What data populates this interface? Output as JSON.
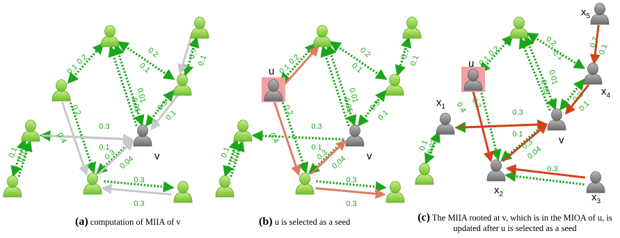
{
  "colors": {
    "green": "#1aa61a",
    "gray": "#c8c8c8",
    "salmon": "#e07a5f",
    "red": "#d4401a",
    "user_green": "#8fd14f",
    "user_gray": "#8c8c8c",
    "seed_bg": "#f2a0a0"
  },
  "panels": [
    {
      "id": "a",
      "caption_letter": "(a)",
      "caption_text": " computation of MIIA  of v",
      "nodes": [
        {
          "id": "top",
          "type": "user-green"
        },
        {
          "id": "tr",
          "type": "user-green"
        },
        {
          "id": "r",
          "type": "user-green"
        },
        {
          "id": "u",
          "type": "user-green"
        },
        {
          "id": "l",
          "type": "user-green"
        },
        {
          "id": "v",
          "type": "user-gray",
          "label": "v"
        },
        {
          "id": "bl",
          "type": "user-green"
        },
        {
          "id": "b",
          "type": "user-green"
        },
        {
          "id": "br",
          "type": "user-green"
        }
      ],
      "edges": [
        {
          "from": "u",
          "to": "top",
          "style": "green-bi",
          "label": "0.2"
        },
        {
          "from": "top",
          "to": "u",
          "style": "green-bi",
          "label": "0.1"
        },
        {
          "from": "top",
          "to": "r",
          "style": "green-bi",
          "label": "0.2"
        },
        {
          "from": "r",
          "to": "top",
          "style": "green-bi",
          "label": "0.1"
        },
        {
          "from": "tr",
          "to": "r",
          "style": "green-bi",
          "label": "0.7"
        },
        {
          "from": "r",
          "to": "tr",
          "style": "green-bi",
          "label": "0.1"
        },
        {
          "from": "top",
          "to": "v",
          "style": "green-bi",
          "label": "0.01"
        },
        {
          "from": "v",
          "to": "top",
          "style": "green-bi",
          "label": "0.05"
        },
        {
          "from": "r",
          "to": "v",
          "style": "green-bi",
          "label": "0.3"
        },
        {
          "from": "v",
          "to": "r",
          "style": "green-bi",
          "label": "0.1"
        },
        {
          "from": "u",
          "to": "b",
          "style": "green-bi",
          "label": "0.2"
        },
        {
          "from": "l",
          "to": "v",
          "style": "gray",
          "label": "0.3"
        },
        {
          "from": "v",
          "to": "l",
          "style": "green",
          "label": "0.1"
        },
        {
          "from": "u",
          "to": "b",
          "style": "gray",
          "label": "0.4"
        },
        {
          "from": "b",
          "to": "v",
          "style": "gray",
          "label": "0.3"
        },
        {
          "from": "v",
          "to": "b",
          "style": "green",
          "label": "0.04"
        },
        {
          "from": "l",
          "to": "bl",
          "style": "green-bi",
          "label": "0.1"
        },
        {
          "from": "bl",
          "to": "l",
          "style": "green-bi",
          "label": "0.02"
        },
        {
          "from": "b",
          "to": "br",
          "style": "green",
          "label": "0.3"
        },
        {
          "from": "br",
          "to": "b",
          "style": "gray",
          "label": "0.3"
        }
      ]
    },
    {
      "id": "b",
      "caption_letter": "(b)",
      "caption_text": " u is selected as a seed",
      "nodes": [
        {
          "id": "u",
          "type": "user-gray-seed",
          "label": "u"
        }
      ]
    },
    {
      "id": "c",
      "caption_letter": "(c)",
      "caption_line1": " The MIIA rooted at v, which is in the MIOA of u, is",
      "caption_line2": "updated after u is selected as a seed",
      "node_labels": {
        "u": "u",
        "v": "v",
        "x1": "x",
        "x1_sub": "1",
        "x2": "x",
        "x2_sub": "2",
        "x3": "x",
        "x3_sub": "3",
        "x4": "x",
        "x4_sub": "4",
        "x5": "x",
        "x5_sub": "5"
      }
    }
  ],
  "edge_labels": {
    "a": [
      "0.2",
      "0.1",
      "0.2",
      "0.1",
      "0.7",
      "0.1",
      "0.01",
      "0.05",
      "0.3",
      "0.1",
      "0.2",
      "0.3",
      "0.1",
      "0.4",
      "0.3",
      "0.04",
      "0.1",
      "0.02",
      "0.3",
      "0.3"
    ],
    "b": [
      "0.2",
      "0.1",
      "0.2",
      "0.1",
      "0.7",
      "0.1",
      "0.01",
      "0.05",
      "0.3",
      "0.1",
      "0.2",
      "0.3",
      "0.1",
      "0.4",
      "0.3",
      "0.04",
      "0.1",
      "0.02",
      "0.3",
      "0.3"
    ],
    "c": [
      "0.2",
      "0.1",
      "0.2",
      "0.1",
      "0.7",
      "0.1",
      "0.01",
      "0.05",
      "0.3",
      "0.1",
      "0.2",
      "0.3",
      "0.1",
      "0.4",
      "0.3",
      "0.04",
      "0.1",
      "0.02",
      "0.3",
      "0.3"
    ]
  }
}
